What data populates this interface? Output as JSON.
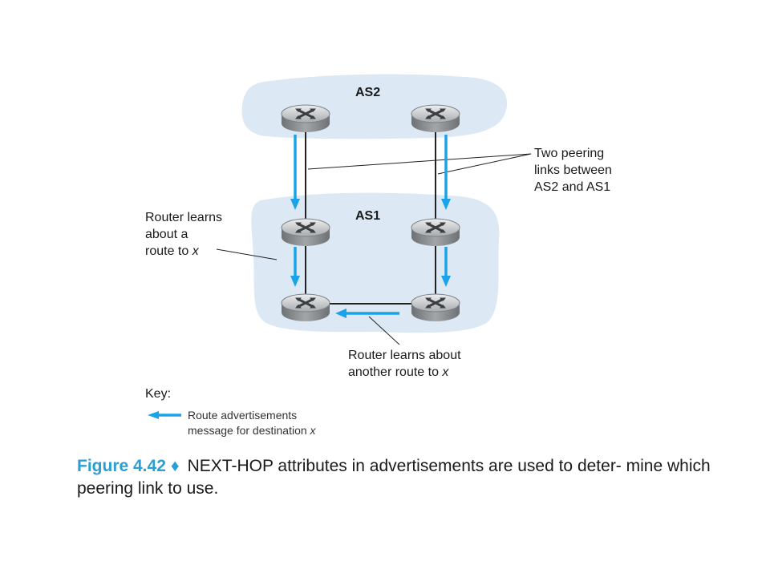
{
  "as_labels": {
    "top": "AS2",
    "bottom": "AS1"
  },
  "annotations": {
    "peering": [
      "Two peering",
      "links between",
      "AS2 and AS1"
    ],
    "router_learns_a": [
      "Router learns",
      "about a"
    ],
    "router_learns_a_line3": "route to ",
    "router_learns_b_line1": "Router learns about",
    "router_learns_b_line2": "another route to ",
    "var_x": "x"
  },
  "key": {
    "title": "Key:",
    "line1": "Route advertisements",
    "line2": "message for destination ",
    "var_x": "x"
  },
  "caption": {
    "figure_number": "Figure 4.42",
    "diamond": "♦",
    "text": "NEXT-HOP attributes in advertisements are used to deter- mine which peering link to use."
  },
  "colors": {
    "as_cloud": "#dce9f5",
    "arrow": "#1aa3e8",
    "router": "#9a9da0",
    "link": "#222222"
  }
}
